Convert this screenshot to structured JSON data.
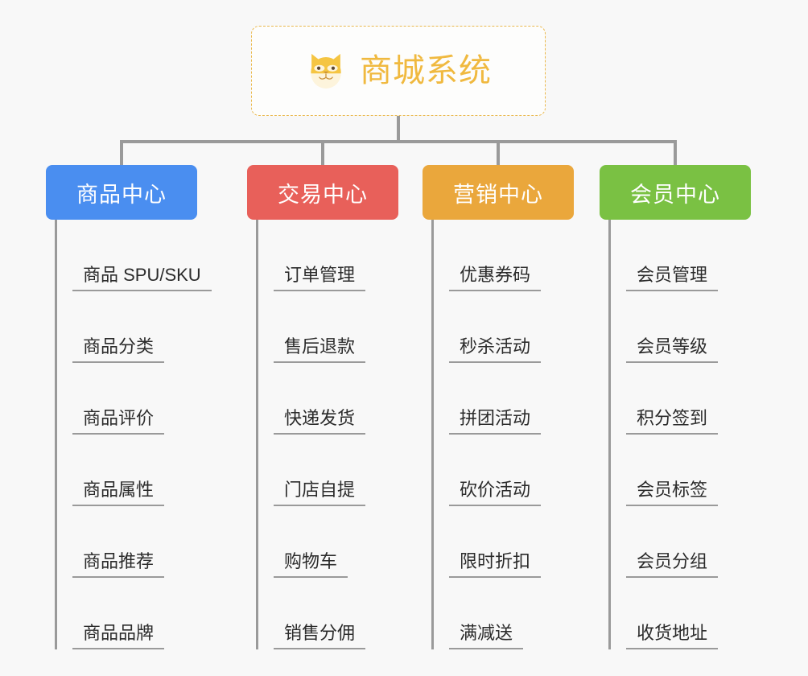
{
  "root": {
    "title": "商城系统",
    "icon": "shiba-dog-face-icon",
    "border_color": "#eab94e",
    "text_color": "#f0b93f"
  },
  "connector_color": "#9a9a9a",
  "background_color": "#f8f8f8",
  "branches": [
    {
      "label": "商品中心",
      "color": "#4a8ef0",
      "items": [
        "商品 SPU/SKU",
        "商品分类",
        "商品评价",
        "商品属性",
        "商品推荐",
        "商品品牌"
      ]
    },
    {
      "label": "交易中心",
      "color": "#e8605a",
      "items": [
        "订单管理",
        "售后退款",
        "快递发货",
        "门店自提",
        "购物车",
        "销售分佣"
      ]
    },
    {
      "label": "营销中心",
      "color": "#eaa73c",
      "items": [
        "优惠券码",
        "秒杀活动",
        "拼团活动",
        "砍价活动",
        "限时折扣",
        "满减送"
      ]
    },
    {
      "label": "会员中心",
      "color": "#7ac143",
      "items": [
        "会员管理",
        "会员等级",
        "积分签到",
        "会员标签",
        "会员分组",
        "收货地址"
      ]
    }
  ]
}
